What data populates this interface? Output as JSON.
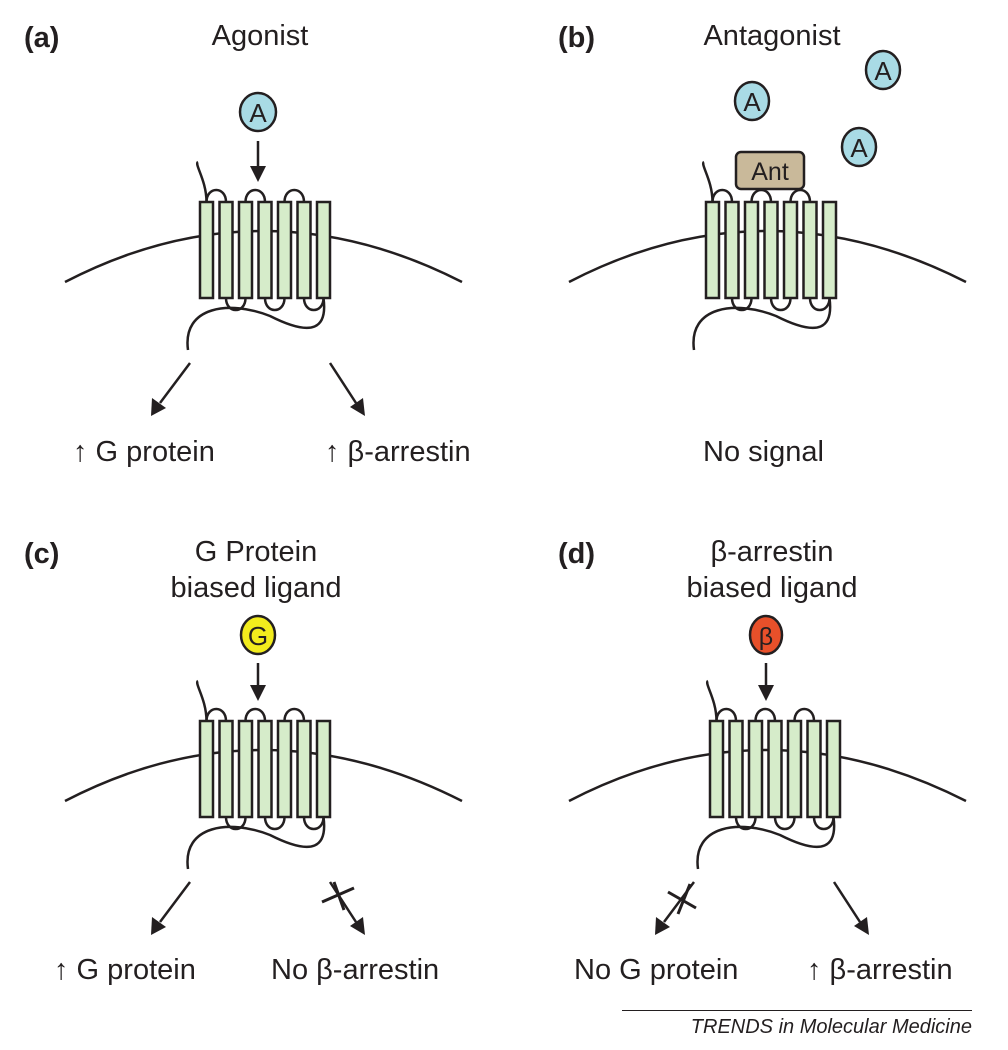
{
  "panels": {
    "a": {
      "letter": "(a)",
      "title": "Agonist",
      "ligand_symbol": "A",
      "outcome_left": "↑ G protein",
      "outcome_right": "↑ β-arrestin"
    },
    "b": {
      "letter": "(b)",
      "title": "Antagonist",
      "ligand_symbol": "A",
      "antagonist_label": "Ant",
      "outcome": "No signal"
    },
    "c": {
      "letter": "(c)",
      "title_line1": "G Protein",
      "title_line2": "biased ligand",
      "ligand_symbol": "G",
      "outcome_left": "↑ G protein",
      "outcome_right": "No β-arrestin"
    },
    "d": {
      "letter": "(d)",
      "title_line1": "β-arrestin",
      "title_line2": "biased ligand",
      "ligand_symbol": "β",
      "outcome_left": "No G protein",
      "outcome_right": "↑ β-arrestin"
    }
  },
  "credit": "TRENDS in Molecular Medicine",
  "colors": {
    "helix_fill": "#d6ecca",
    "agonist_fill": "#a9dbe5",
    "g_biased_fill": "#f2ec1d",
    "arrestin_biased_fill": "#e8502a",
    "antagonist_fill": "#c9b99a",
    "stroke": "#231f20"
  }
}
